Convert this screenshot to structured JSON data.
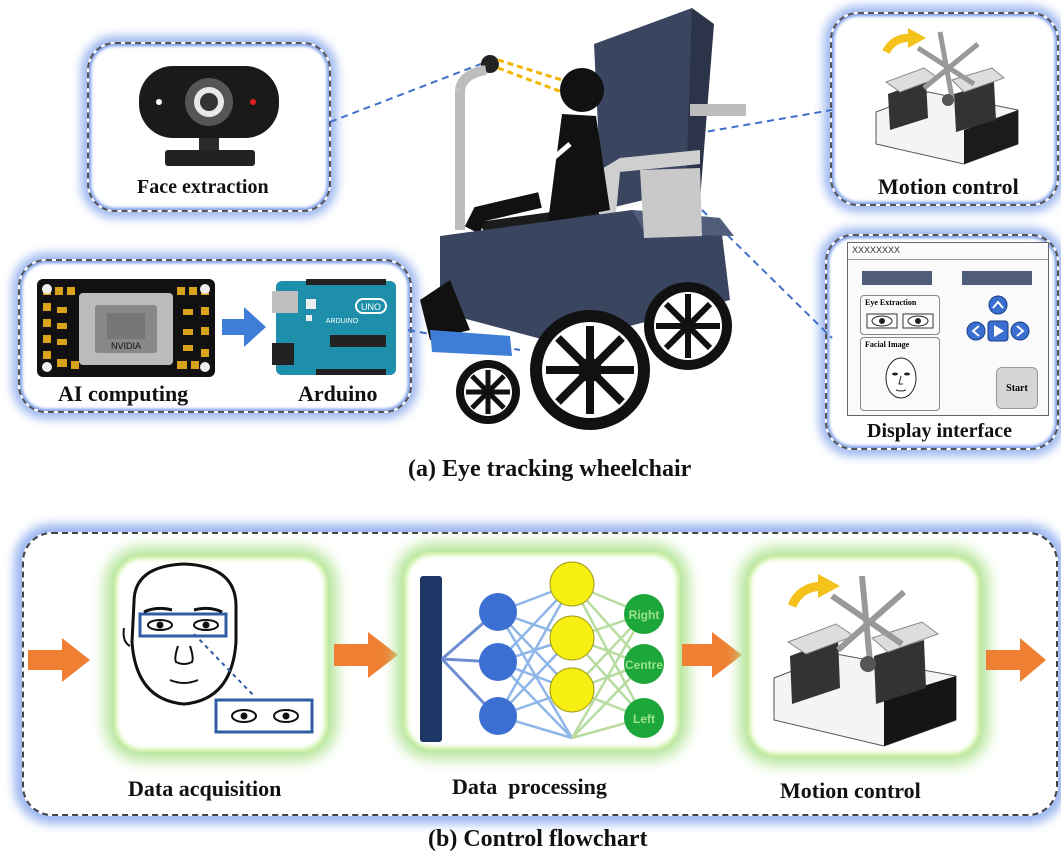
{
  "top": {
    "caption": "(a) Eye tracking wheelchair",
    "face_extraction_label": "Face extraction",
    "ai_computing_label": "AI computing",
    "arduino_label": "Arduino",
    "motion_control_label": "Motion control",
    "display_interface_label": "Display interface",
    "gpu_chip_text": "NVIDIA",
    "arduino_brand_text": "UNO",
    "arduino_sub_text": "ARDUINO",
    "display": {
      "window_title": "XXXXXXXX",
      "eye_extraction": "Eye Extraction",
      "facial_image": "Facial Image",
      "start_button": "Start"
    }
  },
  "bottom": {
    "caption": "(b) Control flowchart",
    "data_acquisition_label": "Data acquisition",
    "data_processing_label": "Data  processing",
    "motion_control_label": "Motion control",
    "outputs": [
      "Right",
      "Centre",
      "Left"
    ]
  },
  "colors": {
    "panel_glow": "#9cb7f0",
    "green_glow": "#b6e59a",
    "arrow_orange": "#ef7f33",
    "arrow_blue": "#3f7ed8",
    "wheelchair_body": "#3a4660",
    "node_blue": "#3b6fd1",
    "node_yellow": "#f7ee12",
    "node_green": "#1da63a",
    "input_bar": "#1f3767"
  }
}
